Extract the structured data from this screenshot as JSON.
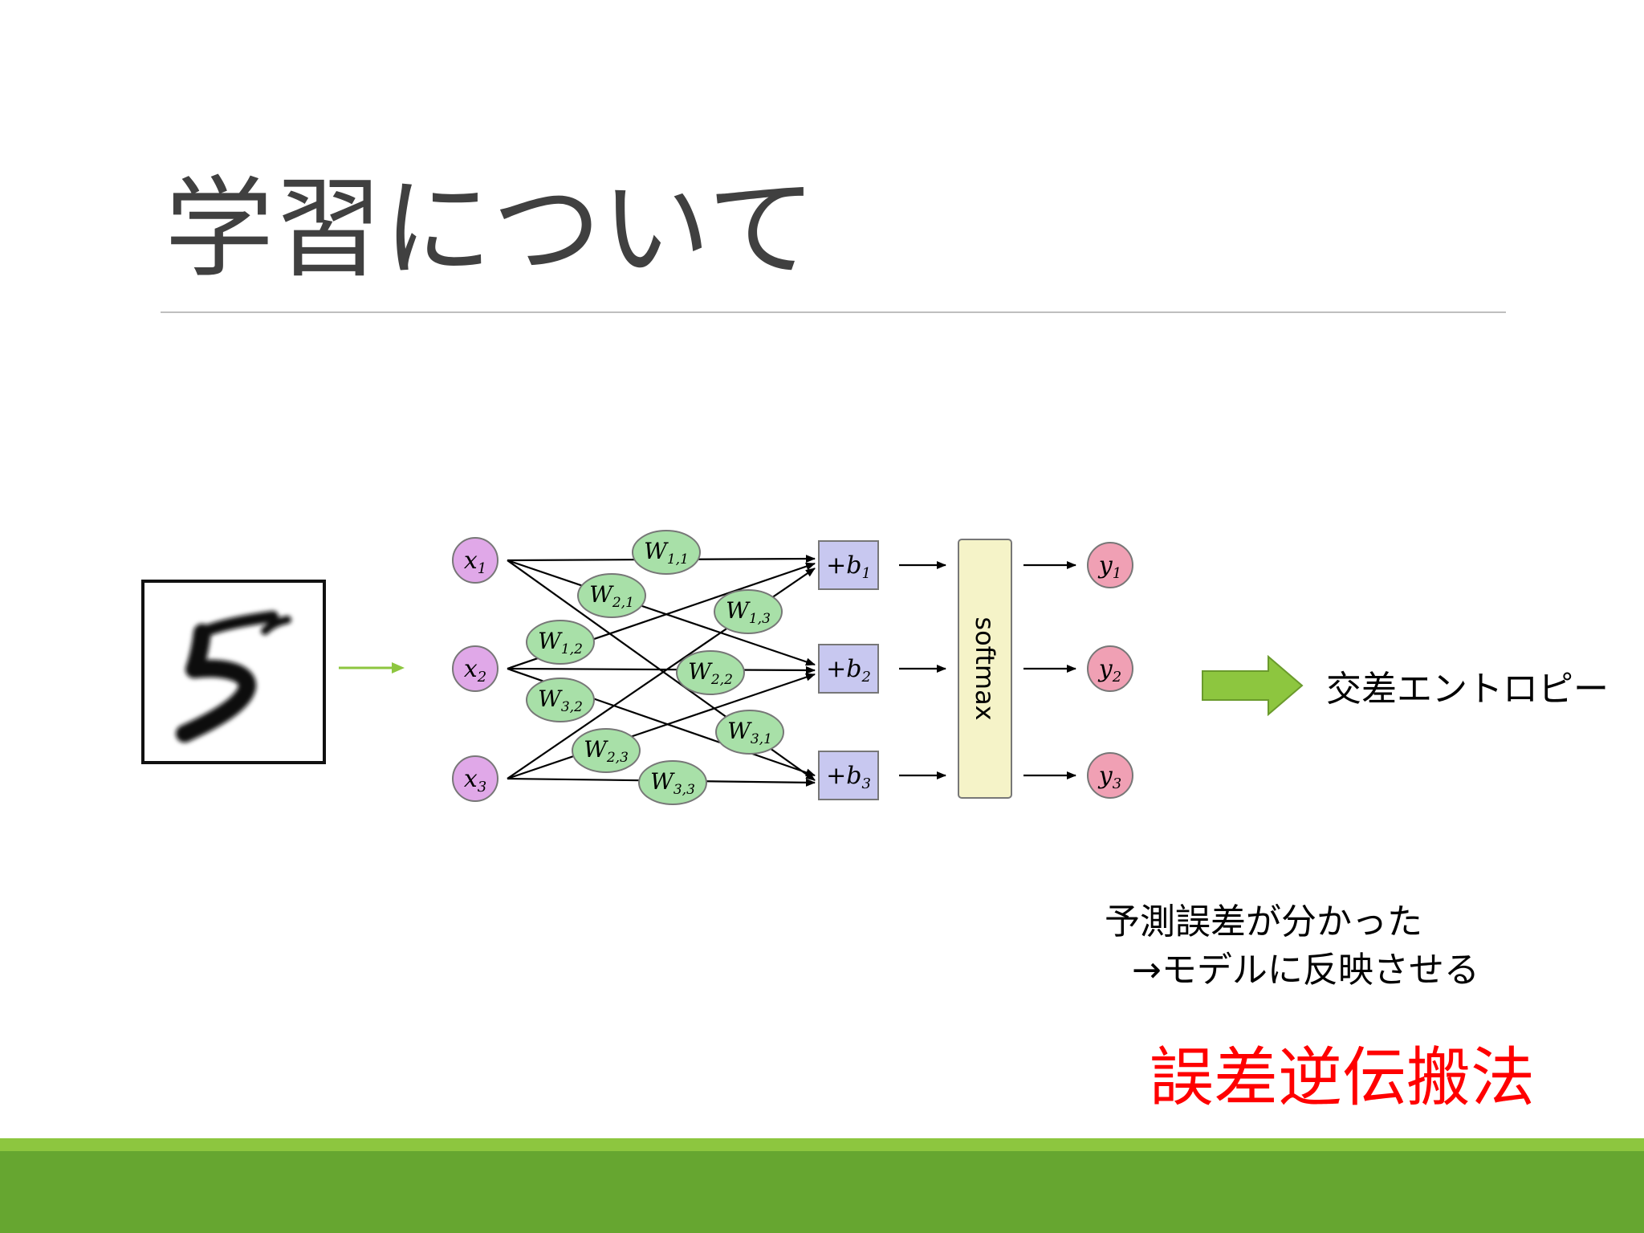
{
  "slide": {
    "title": "学習について",
    "digit_image": "handwritten-digit-5",
    "cross_entropy_label": "交差エントロピー",
    "note_line1": "予測誤差が分かった",
    "note_line2": "→モデルに反映させる",
    "method_label": "誤差逆伝搬法",
    "colors": {
      "title": "#404040",
      "accent_red": "#ff0000",
      "footer_light": "#8dc63f",
      "footer_dark": "#66a630",
      "arrow_green": "#8dc63f"
    }
  },
  "diagram": {
    "inputs": [
      {
        "var": "x",
        "sub": "1"
      },
      {
        "var": "x",
        "sub": "2"
      },
      {
        "var": "x",
        "sub": "3"
      }
    ],
    "weights": [
      {
        "var": "W",
        "sub": "1,1"
      },
      {
        "var": "W",
        "sub": "2,1"
      },
      {
        "var": "W",
        "sub": "1,3"
      },
      {
        "var": "W",
        "sub": "1,2"
      },
      {
        "var": "W",
        "sub": "2,2"
      },
      {
        "var": "W",
        "sub": "3,2"
      },
      {
        "var": "W",
        "sub": "3,1"
      },
      {
        "var": "W",
        "sub": "2,3"
      },
      {
        "var": "W",
        "sub": "3,3"
      }
    ],
    "biases": [
      {
        "prefix": "+",
        "var": "b",
        "sub": "1"
      },
      {
        "prefix": "+",
        "var": "b",
        "sub": "2"
      },
      {
        "prefix": "+",
        "var": "b",
        "sub": "3"
      }
    ],
    "softmax_label": "softmax",
    "outputs": [
      {
        "var": "y",
        "sub": "1"
      },
      {
        "var": "y",
        "sub": "2"
      },
      {
        "var": "y",
        "sub": "3"
      }
    ],
    "colors": {
      "input_fill": "#e0a8e8",
      "weight_fill": "#a8e0a8",
      "bias_fill": "#c8c8f0",
      "softmax_fill": "#f5f3c8",
      "output_fill": "#f0a0b4"
    }
  }
}
